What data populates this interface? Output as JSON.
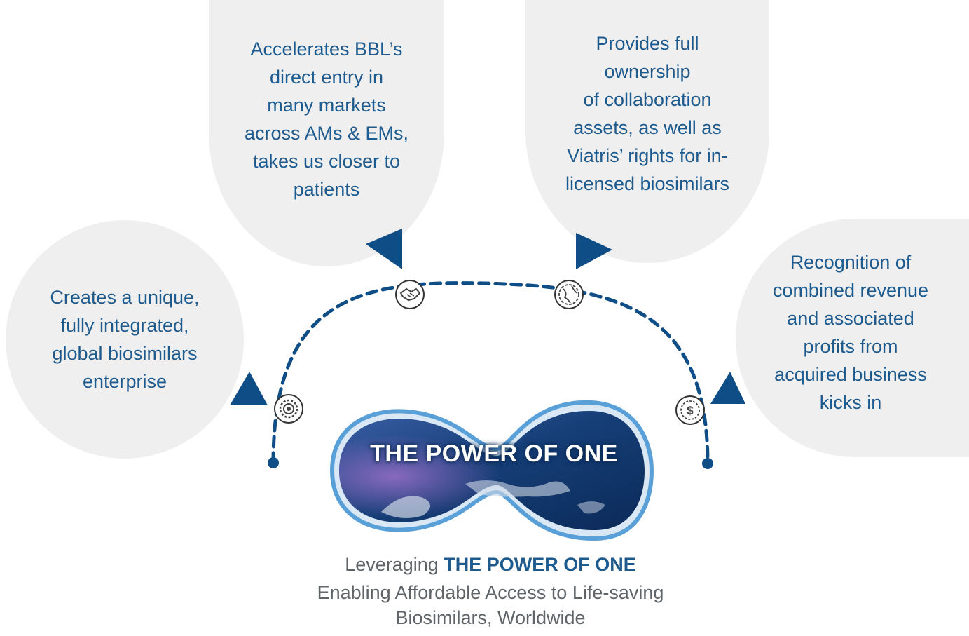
{
  "circles": {
    "left": "Creates a unique,\nfully integrated,\nglobal biosimilars\nenterprise",
    "top_left": "Accelerates BBL’s\ndirect entry in\nmany markets\nacross AMs & EMs,\ntakes us closer to\npatients",
    "top_right": "Provides full\nownership\nof collaboration\nassets, as well as\nViatris’ rights for  in-\nlicensed biosimilars",
    "right": "Recognition of\ncombined revenue\nand associated\nprofits from\nacquired business\nkicks in"
  },
  "logo": {
    "title": "THE POWER OF ONE"
  },
  "caption": {
    "prefix": "Leveraging ",
    "highlight": "THE POWER OF ONE",
    "line2": "Enabling Affordable Access to Life-saving",
    "line3": "Biosimilars, Worldwide"
  },
  "icons": [
    "gear-icon",
    "handshake-icon",
    "globe-icon",
    "dollar-icon"
  ],
  "colors": {
    "accent": "#1d5a8e",
    "circle_bg": "#efefef",
    "logo_dark": "#0e3a72",
    "logo_ring": "#5aa0d8"
  }
}
